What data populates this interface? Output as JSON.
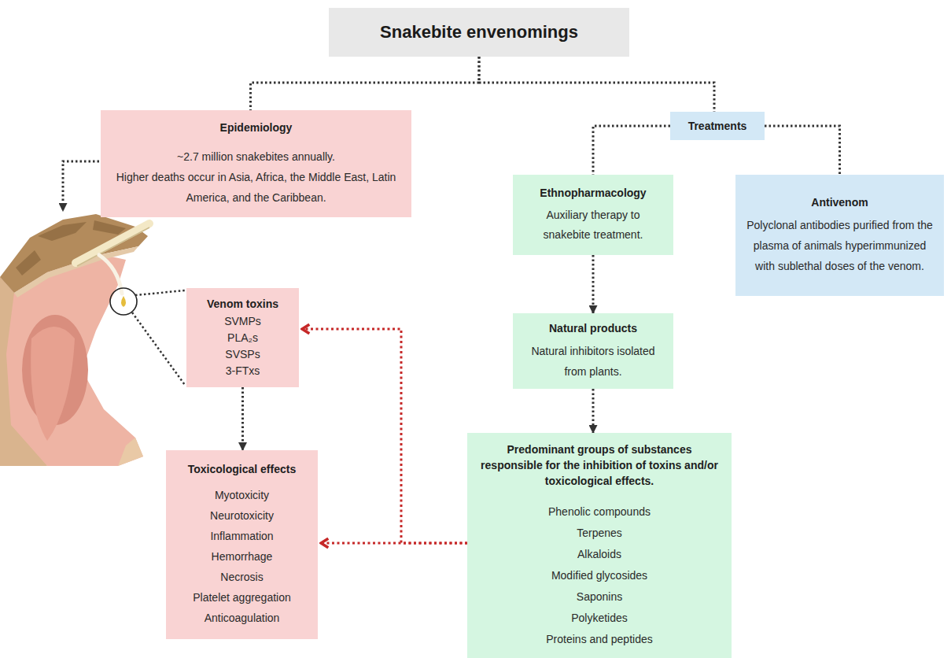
{
  "diagram": {
    "nodes": [
      {
        "text": [
          "Snakebite envenomings"
        ]
      },
      {
        "text": [
          "Epidemiology",
          "~2.7 million snakebites annually.",
          "Higher deaths occur in Asia, Africa, the Middle East, Latin America, and the Caribbean."
        ]
      },
      {
        "text": [
          "Treatments"
        ]
      },
      {
        "text": [
          "Ethnopharmacology",
          "Auxiliary therapy to snakebite treatment."
        ]
      },
      {
        "text": [
          "Antivenom",
          "Polyclonal antibodies purified from the plasma of animals hyperimmunized with sublethal doses of the venom."
        ]
      },
      {
        "text": [
          "Venom toxins",
          "SVMPs",
          "PLA₂s",
          "SVSPs",
          "3-FTxs"
        ]
      },
      {
        "text": [
          "Natural products",
          "Natural inhibitors isolated from plants."
        ]
      },
      {
        "text": [
          "Toxicological effects",
          "Myotoxicity",
          "Neurotoxicity",
          "Inflammation",
          "Hemorrhage",
          "Necrosis",
          "Platelet aggregation",
          "Anticoagulation"
        ]
      },
      {
        "text": [
          "Predominant groups of substances responsible for the inhibition of toxins and/or toxicological effects.",
          "Phenolic compounds",
          "Terpenes",
          "Alkaloids",
          "Modified glycosides",
          "Saponins",
          "Polyketides",
          "Proteins and peptides"
        ]
      }
    ],
    "edges": [
      {
        "from": 0,
        "to": 1,
        "arrow": "none"
      },
      {
        "from": 0,
        "to": 2,
        "arrow": "none"
      },
      {
        "from": 2,
        "to": 3,
        "arrow": "none"
      },
      {
        "from": 2,
        "to": 4,
        "arrow": "none"
      },
      {
        "from": 3,
        "to": 6,
        "arrow": "to"
      },
      {
        "from": 6,
        "to": 8,
        "arrow": "to"
      },
      {
        "from": 5,
        "to": 7,
        "arrow": "to"
      },
      {
        "from": 8,
        "to": 7,
        "arrow": "to"
      },
      {
        "from": 8,
        "to": 5,
        "arrow": "to"
      }
    ]
  }
}
